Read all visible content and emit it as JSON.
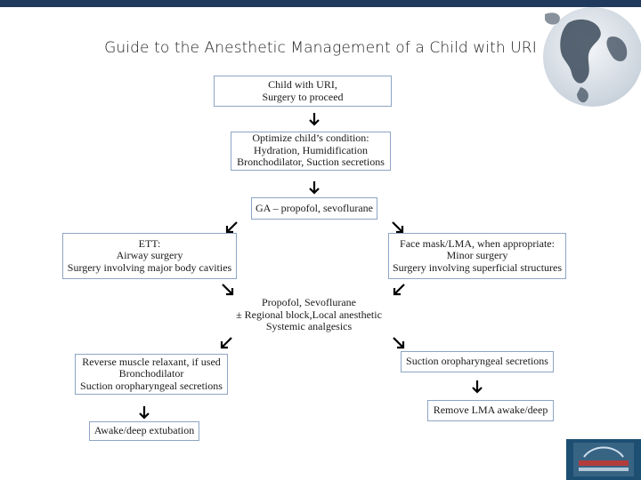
{
  "title": "Guide to the Anesthetic Management of a Child with URI",
  "nodes": {
    "start": [
      "Child with URI,",
      "Surgery to proceed"
    ],
    "optimize": [
      "Optimize child’s condition:",
      "Hydration, Humidification",
      "Bronchodilator, Suction secretions"
    ],
    "ga": [
      "GA – propofol, sevoflurane"
    ],
    "ett": [
      "ETT:",
      "Airway surgery",
      "Surgery involving major body cavities"
    ],
    "facemask": [
      "Face mask/LMA, when appropriate:",
      "Minor surgery",
      "Surgery involving superficial structures"
    ],
    "maintenance": [
      "Propofol, Sevoflurane",
      "± Regional block,Local anesthetic",
      "Systemic analgesics"
    ],
    "reverse": [
      "Reverse muscle relaxant, if used",
      "Bronchodilator",
      "Suction oropharyngeal secretions"
    ],
    "suction": [
      "Suction oropharyngeal secretions"
    ],
    "remove_lma": [
      "Remove LMA awake/deep"
    ],
    "extubation": [
      "Awake/deep extubation"
    ]
  },
  "colors": {
    "top_bar": "#1f3a5c",
    "box_border": "#8da5c4",
    "logo_bg": "#1d4f73"
  },
  "icons": {
    "arrow": "arrow-icon",
    "globe": "globe-icon",
    "logo": "society-logo"
  }
}
